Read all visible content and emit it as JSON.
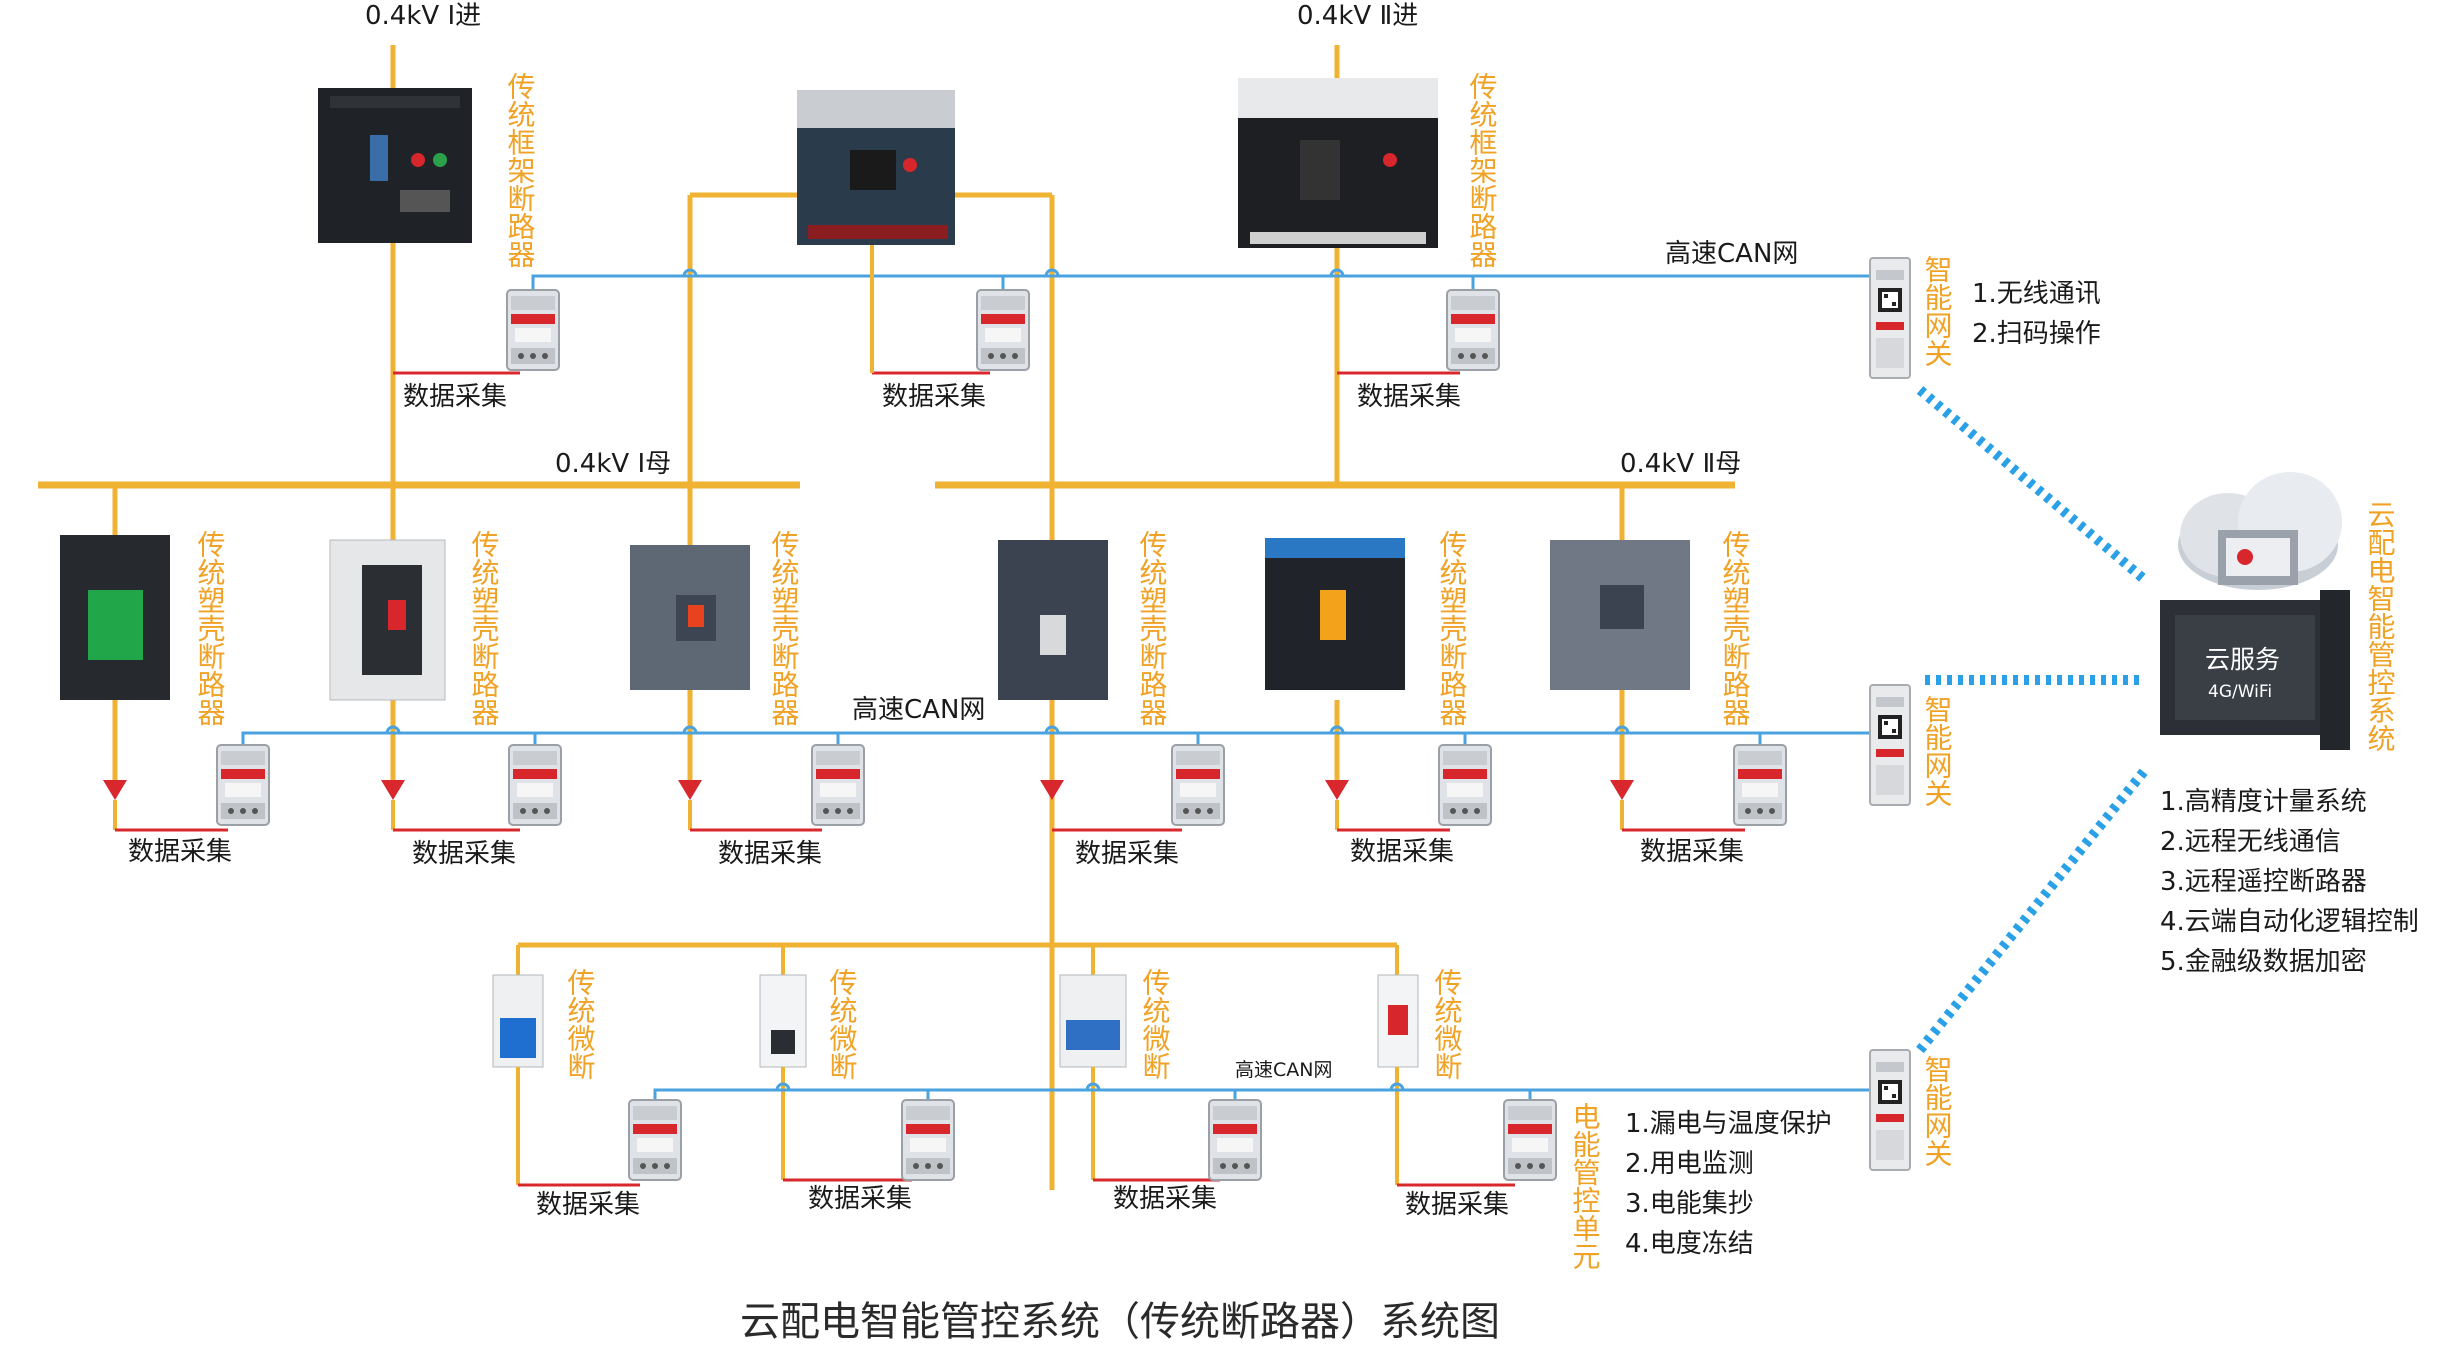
{
  "title": "云配电智能管控系统（传统断路器）系统图",
  "colors": {
    "bus": "#f0b232",
    "can": "#4aa3df",
    "wire": "#d9272e",
    "arrow": "#d9272e",
    "label": "#f0a226",
    "wireless": "#2aa0e6"
  },
  "inputs": {
    "left": "0.4kV Ⅰ进",
    "right": "0.4kV Ⅱ进"
  },
  "buses": {
    "left": "0.4kV Ⅰ母",
    "right": "0.4kV Ⅱ母"
  },
  "can_labels": {
    "top": "高速CAN网",
    "middle": "高速CAN网",
    "bottom": "高速CAN网"
  },
  "device_labels": {
    "frame_breaker": "传统框架断路器",
    "molded_case": "传统塑壳断路器",
    "miniature": "传统微断",
    "energy_unit": "电能管控单元",
    "gateway": "智能网关",
    "cloud_system": "云配电智能管控系统"
  },
  "data_collect": "数据采集",
  "gateway_features": [
    "1.无线通讯",
    "2.扫码操作"
  ],
  "cloud": {
    "name": "云服务",
    "network": "4G/WiFi"
  },
  "cloud_features": [
    "1.高精度计量系统",
    "2.远程无线通信",
    "3.远程遥控断路器",
    "4.云端自动化逻辑控制",
    "5.金融级数据加密"
  ],
  "unit_features": [
    "1.漏电与温度保护",
    "2.用电监测",
    "3.电能集抄",
    "4.电度冻结"
  ]
}
